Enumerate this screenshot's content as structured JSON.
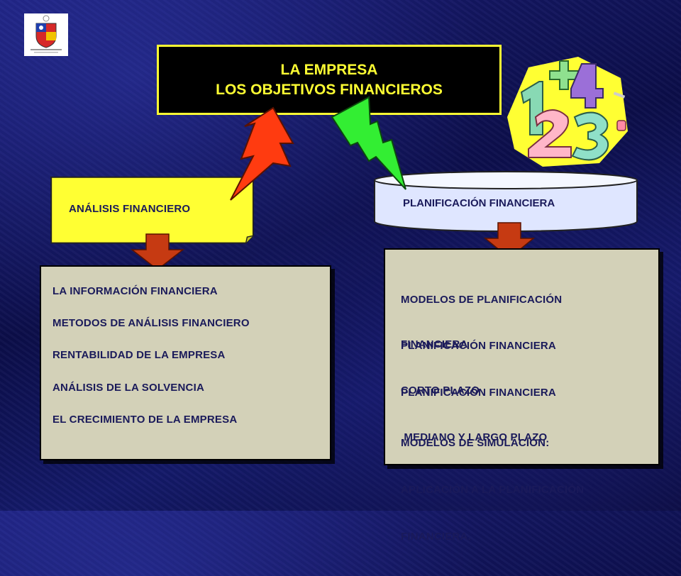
{
  "title": {
    "line1": "LA EMPRESA",
    "line2": "LOS OBJETIVOS FINANCIEROS"
  },
  "analysis": {
    "label": "ANÁLISIS FINANCIERO",
    "items": [
      "LA INFORMACIÓN FINANCIERA",
      "METODOS DE ANÁLISIS FINANCIERO",
      "RENTABILIDAD DE LA EMPRESA",
      "ANÁLISIS DE LA SOLVENCIA",
      "EL CRECIMIENTO DE LA EMPRESA"
    ]
  },
  "planning": {
    "label": "PLANIFICACIÓN FINANCIERA",
    "items": [
      {
        "line1": "MODELOS DE PLANIFICACIÓN",
        "line2": "FINANCIERA"
      },
      {
        "line1": "PLANIFICACIÓN FINANCIERA",
        "line2": "CORTO PLAZO"
      },
      {
        "line1": "PLANIFICACIÓN FINANCIERA",
        "line2": " MEDIANO Y LARGO PLAZO"
      },
      {
        "line1": "MODELOS DE SIMULACIÓN:",
        "line2": "APLICACIÓN A LA PLANIFICACIÓN",
        "line3": "FINANCIERA."
      }
    ]
  },
  "colors": {
    "title_text": "#ffff33",
    "card_yellow": "#ffff33",
    "cylinder_fill": "#dfe6ff",
    "list_bg": "#d3d1b8",
    "arrow_red": "#c63a12",
    "bolt_red": "#ff3b10",
    "bolt_green": "#33ee33"
  },
  "icons": {
    "logo": "university-crest-icon",
    "numbers": "numbers-clipart-icon"
  }
}
